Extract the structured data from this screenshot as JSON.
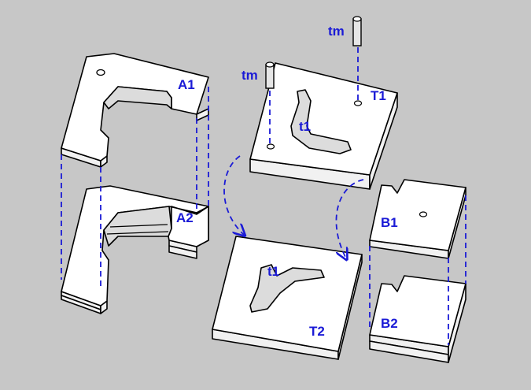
{
  "labels": {
    "a1": "A1",
    "a2": "A2",
    "t1": "T1",
    "t2": "T2",
    "b1": "B1",
    "b2": "B2",
    "tm_left": "tm",
    "tm_right": "tm",
    "t1_on_t1": "t1",
    "t1_on_t2": "t1"
  },
  "colors": {
    "background": "#c7c7c7",
    "annotation": "#1a1ad6",
    "part_face": "#ffffff"
  }
}
